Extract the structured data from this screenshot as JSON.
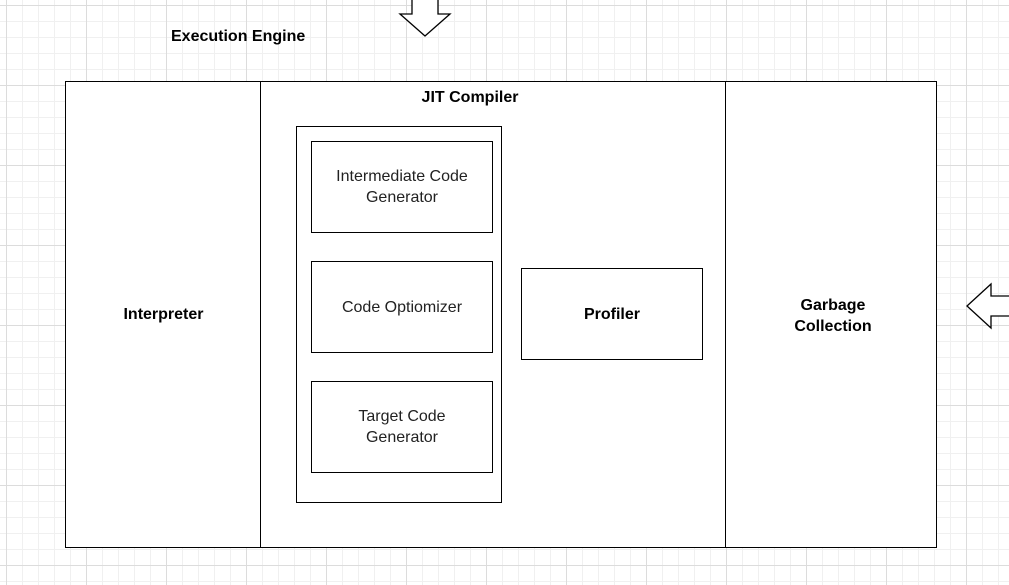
{
  "diagram": {
    "title": "Execution Engine",
    "interpreter": {
      "label": "Interpreter"
    },
    "jit_compiler": {
      "label": "JIT Compiler",
      "steps": [
        {
          "label": "Intermediate Code\nGenerator"
        },
        {
          "label": "Code Optiomizer"
        },
        {
          "label": "Target Code\nGenerator"
        }
      ],
      "profiler": {
        "label": "Profiler"
      }
    },
    "garbage_collection": {
      "label": "Garbage\nCollection"
    }
  }
}
